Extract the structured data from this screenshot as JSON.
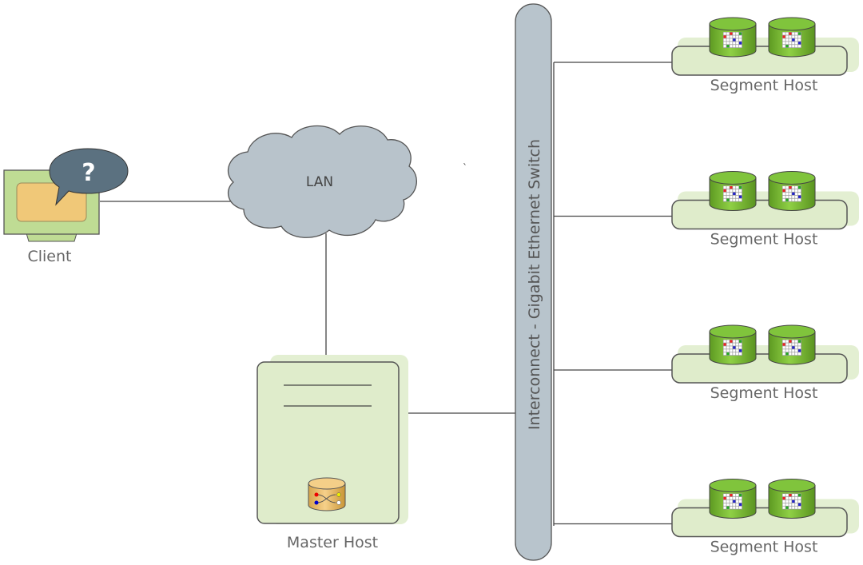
{
  "client": {
    "label": "Client",
    "icon": "question-mark-icon",
    "bubble_text": "?"
  },
  "lan": {
    "label": "LAN"
  },
  "master": {
    "label": "Master Host"
  },
  "switch": {
    "label": "Interconnect - Gigabit Ethernet Switch"
  },
  "segments": [
    {
      "label": "Segment Host"
    },
    {
      "label": "Segment Host"
    },
    {
      "label": "Segment Host"
    },
    {
      "label": "Segment Host"
    }
  ],
  "colors": {
    "host_fill": "#dfeccb",
    "host_shadow": "#e3efd2",
    "switch_fill": "#b8c4cc",
    "cloud_fill": "#b8c3cb",
    "disk_green": "#7fbf3a",
    "master_disk": "#f0c46c",
    "bubble": "#5b7180",
    "client_screen": "#f0c878",
    "client_frame": "#bfdc94"
  }
}
